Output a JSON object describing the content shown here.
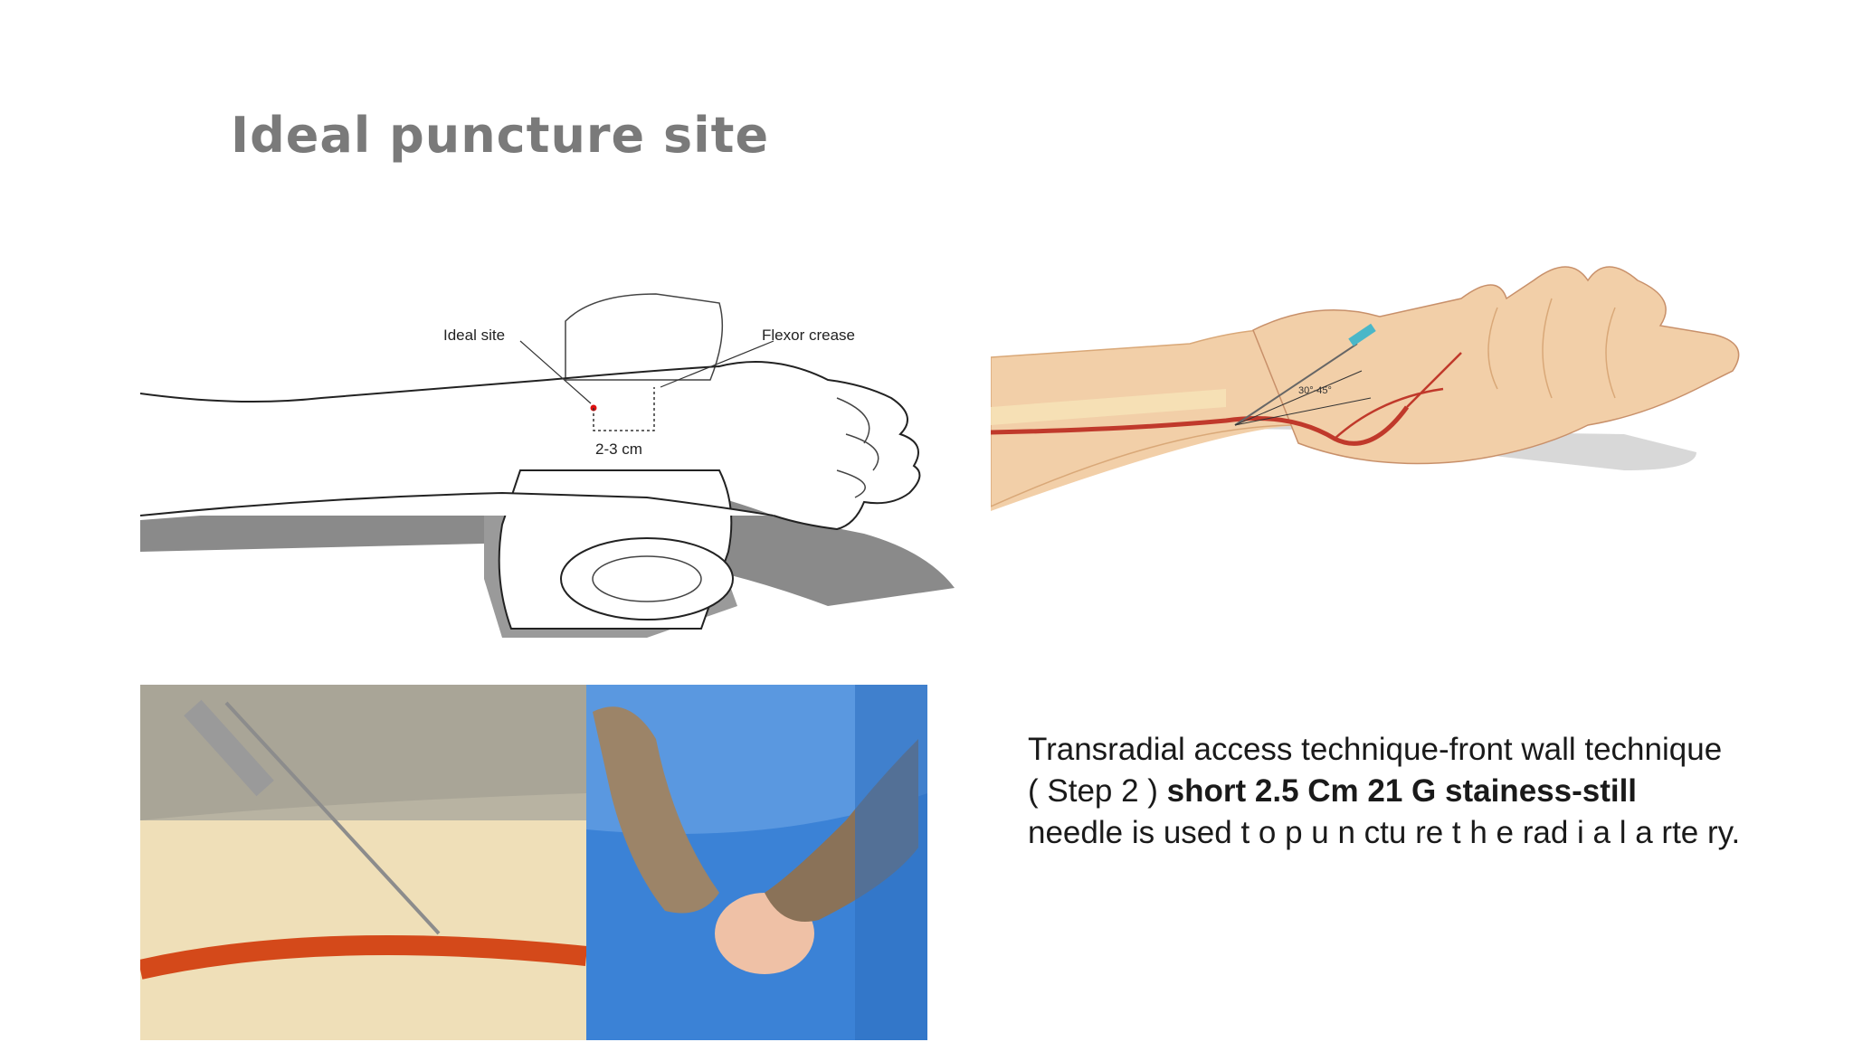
{
  "slide": {
    "title": "Ideal puncture site"
  },
  "diagram": {
    "label_ideal_site": "Ideal site",
    "label_flexor_crease": "Flexor crease",
    "label_distance": "2-3 cm"
  },
  "hand_illustration": {
    "angle_label": "30°-45°"
  },
  "caption": {
    "line1": "Transradial access technique-front wall technique",
    "line2_prefix": "( Step 2 ) ",
    "line2_bold": "short 2.5 Cm 21 G stainess-still",
    "line3": "needle is used t o p u n ctu re t h e rad i a l a rte ry."
  },
  "colors": {
    "title": "#7a7a7a",
    "artery": "#c0392b",
    "skin": "#f2cfa8",
    "drape": "#3b82d6",
    "shadow": "#8a8a8a"
  }
}
